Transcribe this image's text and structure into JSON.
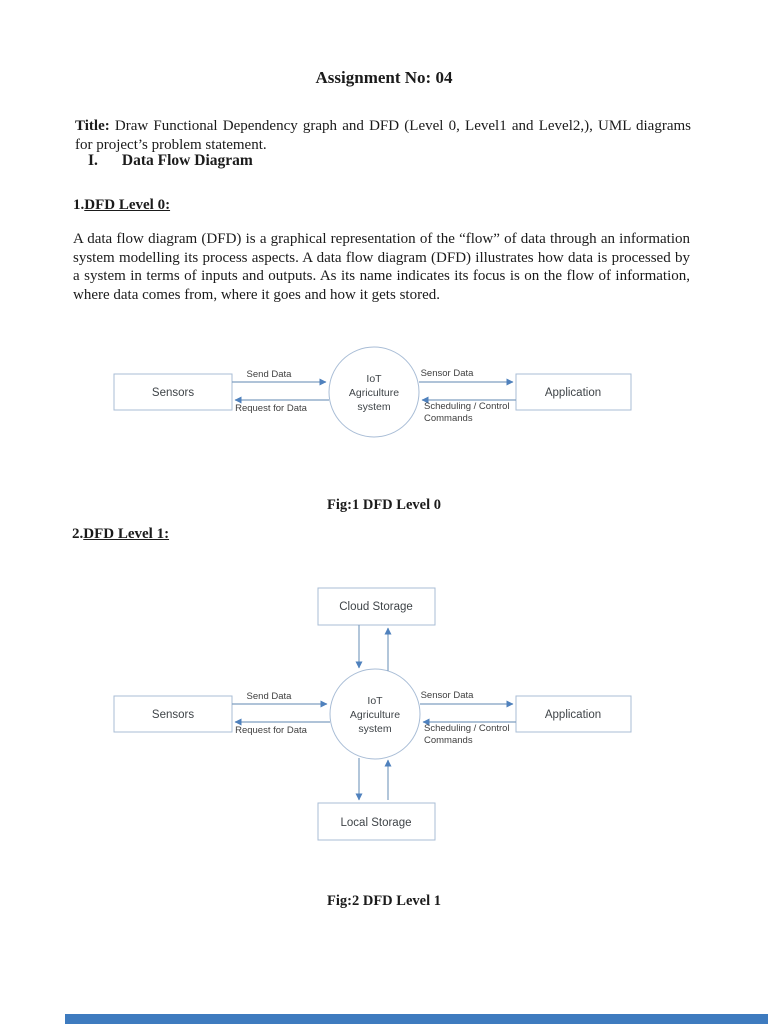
{
  "document": {
    "heading": "Assignment No: 04",
    "title_label": "Title:",
    "title_text": "Draw Functional Dependency graph and DFD (Level 0, Level1 and Level2,), UML diagrams for project’s problem statement.",
    "section_numeral": "I.",
    "section_title": "Data Flow Diagram"
  },
  "level0": {
    "number": "1.",
    "heading": "DFD Level 0:",
    "body": "A data flow diagram (DFD) is a graphical representation of the “flow” of data through an information system modelling its process aspects. A data flow diagram (DFD) illustrates how data is processed by a system in terms of inputs and outputs. As its name indicates its focus is on the flow of information, where data comes from, where it goes and how it gets stored.",
    "caption": "Fig:1 DFD Level 0"
  },
  "level1": {
    "number": "2.",
    "heading": "DFD Level 1:",
    "caption": "Fig:2  DFD Level 1"
  },
  "diagram": {
    "entities": {
      "sensors": "Sensors",
      "application": "Application",
      "cloud_storage": "Cloud Storage",
      "local_storage": "Local Storage"
    },
    "process": {
      "line1": "IoT",
      "line2": "Agriculture",
      "line3": "system"
    },
    "flows": {
      "send_data": "Send Data",
      "request_for_data": "Request for Data",
      "sensor_data": "Sensor Data",
      "scheduling_line1": "Scheduling / Control",
      "scheduling_line2": "Commands"
    },
    "colors": {
      "shape_border": "#a9bdd6",
      "arrow": "#7f9fc0",
      "arrowhead": "#4f81bd",
      "label_text": "#404040"
    }
  },
  "footer": {
    "bar_color": "#3e7bbf"
  }
}
